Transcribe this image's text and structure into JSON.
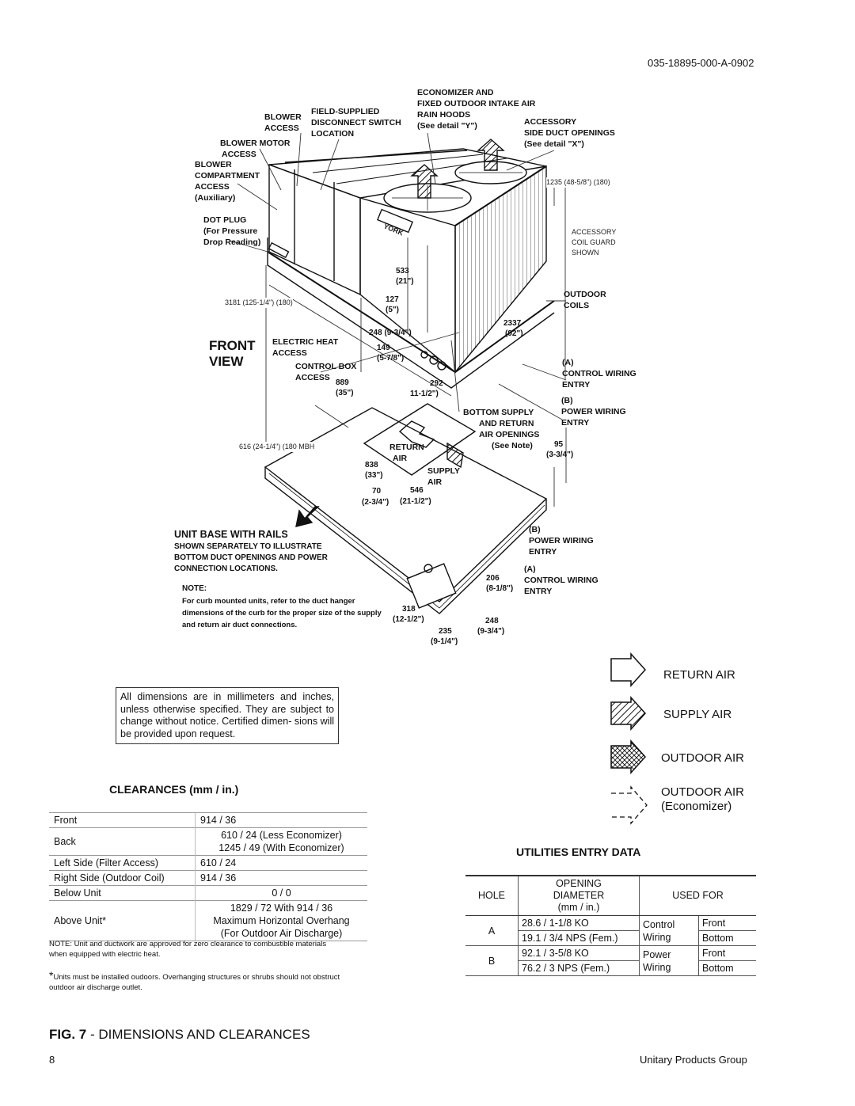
{
  "header": {
    "doc_number": "035-18895-000-A-0902"
  },
  "diagram": {
    "callouts": {
      "economizer": "ECONOMIZER AND",
      "economizer2": "FIXED OUTDOOR INTAKE AIR",
      "economizer3": "RAIN HOODS",
      "economizer4": "(See detail \"Y\")",
      "field_supplied": "FIELD-SUPPLIED",
      "disconnect": "DISCONNECT SWITCH",
      "location": "LOCATION",
      "blower": "BLOWER",
      "access": "ACCESS",
      "accessory": "ACCESSORY",
      "side_duct": "SIDE DUCT OPENINGS",
      "see_x": "(See detail \"X\")",
      "blower_motor": "BLOWER MOTOR",
      "blower_motor2": "ACCESS",
      "blower_comp1": "BLOWER",
      "blower_comp2": "COMPARTMENT",
      "blower_comp3": "ACCESS",
      "blower_comp4": "(Auxiliary)",
      "dot_plug1": "DOT PLUG",
      "dot_plug2": "(For Pressure",
      "dot_plug3": "Drop Reading)",
      "coil_guard1": "ACCESSORY",
      "coil_guard2": "COIL GUARD",
      "coil_guard3": "SHOWN",
      "dim_1235": "1235 (48-5/8\") (180)",
      "dim_3181": "3181 (125-1/4\") (180)",
      "dim_616": "616 (24-1/4\") (180 MBH",
      "outdoor_coils1": "OUTDOOR",
      "outdoor_coils2": "COILS",
      "front": "FRONT",
      "view": "VIEW",
      "electric_heat1": "ELECTRIC HEAT",
      "electric_heat2": "ACCESS",
      "control_box1": "CONTROL BOX",
      "control_box2": "ACCESS",
      "a_label": "(A)",
      "control_wiring": "CONTROL WIRING",
      "entry": "ENTRY",
      "b_label": "(B)",
      "power_wiring": "POWER WIRING",
      "bottom_supply1": "BOTTOM SUPPLY",
      "bottom_supply2": "AND RETURN",
      "bottom_supply3": "AIR OPENINGS",
      "see_note": "(See Note)",
      "return": "RETURN",
      "air": "AIR",
      "supply": "SUPPLY",
      "york": "YORK",
      "unit_base": "UNIT BASE WITH RAILS",
      "unit_base2": "SHOWN SEPARATELY TO ILLUSTRATE",
      "unit_base3": "BOTTOM DUCT OPENINGS AND POWER",
      "unit_base4": "CONNECTION LOCATIONS.",
      "note_h": "NOTE:",
      "note_t": "For curb mounted units, refer to the duct hanger dimensions of the curb for the proper size of the supply and return air duct connections."
    },
    "dims": {
      "d533": "533",
      "d21": "(21\")",
      "d127": "127",
      "d5": "(5\")",
      "d248a": "248 (9-3/4\")",
      "d149": "149",
      "d578": "(5-7/8\")",
      "d2337": "2337",
      "d92": "(92\")",
      "d889": "889",
      "d35": "(35\")",
      "d292": "292",
      "d1112": "11-1/2\")",
      "d95": "95",
      "d334": "(3-3/4\")",
      "d838": "838",
      "d33": "(33\")",
      "d70": "70",
      "d546": "546",
      "d234": "(2-3/4\")",
      "d2112": "(21-1/2\")",
      "d206": "206",
      "d618": "(8-1/8\")",
      "d318": "318",
      "d1212": "(12-1/2\")",
      "d248b": "248",
      "d934": "(9-3/4\")",
      "d235": "235",
      "d914": "(9-1/4\")"
    }
  },
  "dim_note": "All dimensions are in millimeters and inches, unless otherwise specified. They are subject to change without notice. Certified dimen- sions will be provided upon request.",
  "legend": {
    "return_air": "RETURN AIR",
    "supply_air": "SUPPLY AIR",
    "outdoor_air": "OUTDOOR AIR",
    "outdoor_air_econ": "OUTDOOR AIR",
    "economizer": "(Economizer)"
  },
  "clearances": {
    "title": "CLEARANCES (mm / in.)",
    "rows": [
      {
        "label": "Front",
        "value": "914 / 36"
      },
      {
        "label": "Back",
        "value_1": "610 / 24 (Less Economizer)",
        "value_2": "1245 / 49 (With Economizer)"
      },
      {
        "label": "Left Side (Filter Access)",
        "value": "610 / 24"
      },
      {
        "label": "Right Side (Outdoor Coil)",
        "value": "914 / 36"
      },
      {
        "label": "Below Unit",
        "value": "0 / 0"
      },
      {
        "label": "Above Unit*",
        "value_1": "1829 / 72 With 914 / 36",
        "value_2": "Maximum Horizontal Overhang",
        "value_3": "(For Outdoor Air Discharge)"
      }
    ],
    "note": "NOTE: Unit and ductwork are approved for zero clearance to combustible materials when equipped with electric heat.",
    "footnote": "Units must be installed oudoors. Overhanging structures or shrubs should not obstruct outdoor air discharge outlet.",
    "footnote_mark": "*"
  },
  "utilities": {
    "title": "UTILITIES ENTRY DATA",
    "headers": {
      "hole": "HOLE",
      "opening_1": "OPENING",
      "opening_2": "DIAMETER",
      "opening_3": "(mm / in.)",
      "used_for": "USED FOR"
    },
    "rows": [
      {
        "hole": "A",
        "d1": "28.6 / 1-1/8 KO",
        "d2": "19.1 / 3/4 NPS (Fem.)",
        "use1": "Control",
        "use2": "Wiring",
        "loc1": "Front",
        "loc2": "Bottom"
      },
      {
        "hole": "B",
        "d1": "92.1 / 3-5/8 KO",
        "d2": "76.2 / 3 NPS (Fem.)",
        "use1": "Power",
        "use2": "Wiring",
        "loc1": "Front",
        "loc2": "Bottom"
      }
    ]
  },
  "figure": {
    "prefix": "FIG. 7",
    "title": " - DIMENSIONS AND CLEARANCES"
  },
  "footer": {
    "page": "8",
    "company": "Unitary Products Group"
  }
}
